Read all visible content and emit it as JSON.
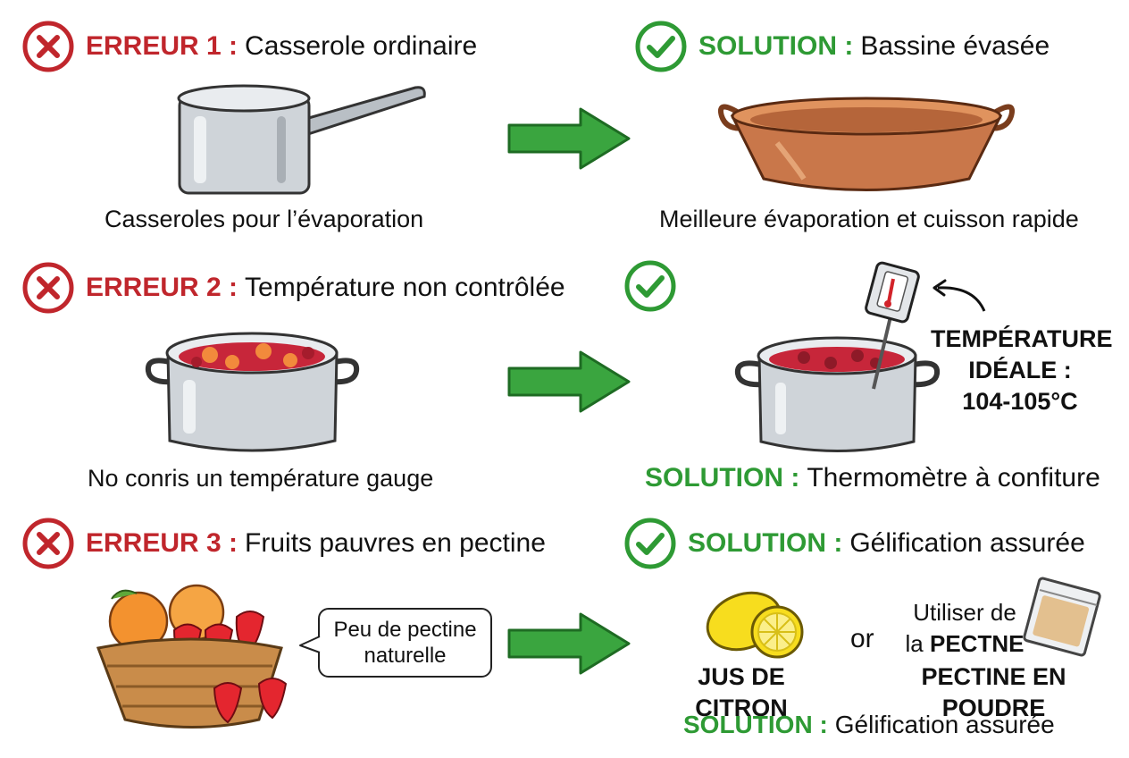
{
  "row1": {
    "error_label": "ERREUR 1 :",
    "error_text": "Casserole ordinaire",
    "error_caption": "Casseroles pour l’évaporation",
    "solution_label": "SOLUTION :",
    "solution_text": "Bassine évasée",
    "solution_caption": "Meilleure évaporation et cuisson rapide"
  },
  "row2": {
    "error_label": "ERREUR 2 :",
    "error_text": "Température non contrôlée",
    "error_caption": "No conris un température gauge",
    "temp_line1": "TEMPÉRATURE",
    "temp_line2": "IDÉALE :",
    "temp_line3": "104-105°C",
    "solution_label": "SOLUTION :",
    "solution_text": "Thermomètre à confiture"
  },
  "row3": {
    "error_label": "ERREUR 3 :",
    "error_text": "Fruits pauvres en pectine",
    "bubble_line1": "Peu de pectine",
    "bubble_line2": "naturelle",
    "solution_label": "SOLUTION :",
    "solution_text": "Gélification assurée",
    "lemon_label": "JUS DE CITRON",
    "or_text": "or",
    "pectin_line1": "Utiliser de",
    "pectin_line2_pre": "la ",
    "pectin_line2_bold": "PECTNE",
    "pectin_line3": "PECTINE EN POUDRE",
    "bottom_solution_label": "SOLUTION :",
    "bottom_solution_text": "Gélification assurée"
  },
  "colors": {
    "error_red": "#c0262c",
    "solution_green": "#2e9a34",
    "arrow_green": "#3aa53f",
    "copper": "#c9774a",
    "steel": "#c9ced3"
  },
  "icons": [
    "error-x-icon",
    "check-icon",
    "arrow-right-icon",
    "saucepan-icon",
    "copper-basin-icon",
    "jam-pot-icon",
    "thermometer-icon",
    "fruit-basket-icon",
    "lemon-icon",
    "pectin-sachet-icon"
  ]
}
